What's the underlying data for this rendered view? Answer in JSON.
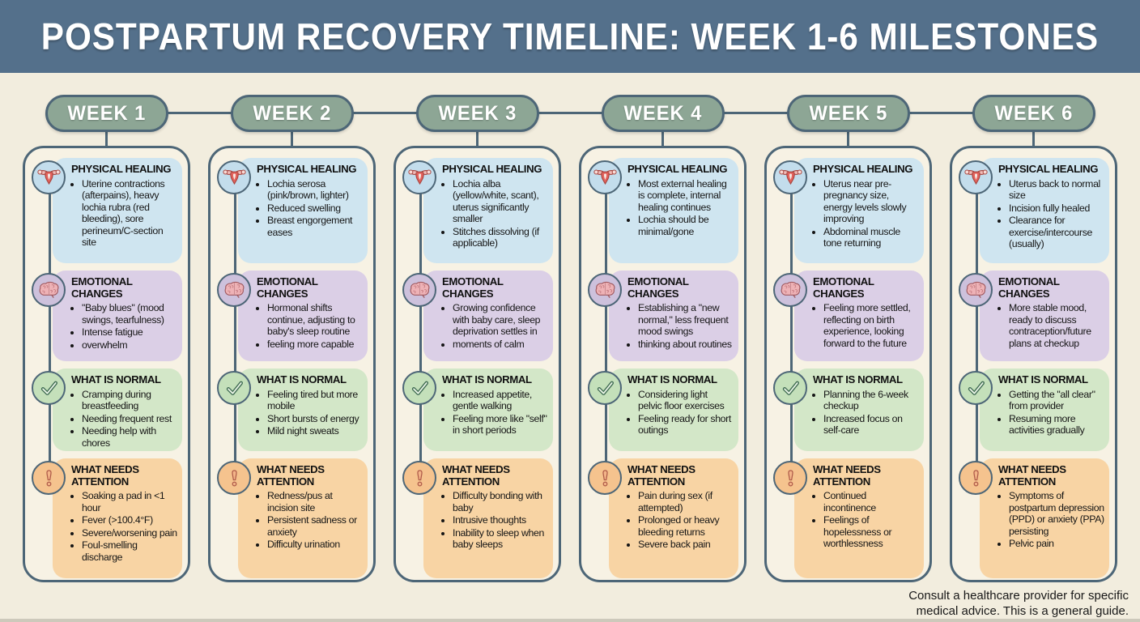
{
  "header": {
    "title": "POSTPARTUM RECOVERY TIMELINE: WEEK 1-6 MILESTONES"
  },
  "colors": {
    "header_bg": "#54708b",
    "background": "#f2edde",
    "pill_green": "#8da695",
    "outline": "#4d6677",
    "physical_blue": "#cfe5f0",
    "emotional_purple": "#dbcfe6",
    "normal_green": "#d3e7c8",
    "attention_orange": "#f8d4a4"
  },
  "weeks": [
    {
      "label": "WEEK 1",
      "sections": [
        {
          "title": "PHYSICAL HEALING",
          "icon": "uterus-icon",
          "bullets": [
            "Uterine contractions (afterpains), heavy lochia rubra (red bleeding), sore perineum/C-section site"
          ]
        },
        {
          "title": "EMOTIONAL CHANGES",
          "icon": "brain-icon",
          "bullets": [
            "\"Baby blues\" (mood swings, tearfulness)",
            "Intense fatigue",
            "overwhelm"
          ]
        },
        {
          "title": "WHAT IS NORMAL",
          "icon": "checkmark-icon",
          "bullets": [
            "Cramping during breastfeeding",
            "Needing frequent rest",
            "Needing help with chores"
          ]
        },
        {
          "title": "WHAT NEEDS ATTENTION",
          "icon": "exclamation-icon",
          "bullets": [
            "Soaking a pad in <1 hour",
            "Fever (>100.4°F)",
            "Severe/worsening pain",
            "Foul-smelling discharge"
          ]
        }
      ]
    },
    {
      "label": "WEEK 2",
      "sections": [
        {
          "title": "PHYSICAL HEALING",
          "icon": "uterus-icon",
          "bullets": [
            "Lochia serosa (pink/brown, lighter)",
            "Reduced swelling",
            "Breast engorgement eases"
          ]
        },
        {
          "title": "EMOTIONAL CHANGES",
          "icon": "brain-icon",
          "bullets": [
            "Hormonal shifts continue, adjusting to baby's sleep routine",
            "feeling more capable"
          ]
        },
        {
          "title": "WHAT IS NORMAL",
          "icon": "checkmark-icon",
          "bullets": [
            "Feeling tired but more mobile",
            "Short bursts of energy",
            "Mild night sweats"
          ]
        },
        {
          "title": "WHAT NEEDS ATTENTION",
          "icon": "exclamation-icon",
          "bullets": [
            "Redness/pus at incision site",
            "Persistent sadness or anxiety",
            "Difficulty urination"
          ]
        }
      ]
    },
    {
      "label": "WEEK 3",
      "sections": [
        {
          "title": "PHYSICAL HEALING",
          "icon": "uterus-icon",
          "bullets": [
            "Lochia alba (yellow/white, scant), uterus significantly smaller",
            "Stitches dissolving (if applicable)"
          ]
        },
        {
          "title": "EMOTIONAL CHANGES",
          "icon": "brain-icon",
          "bullets": [
            "Growing confidence with baby care, sleep deprivation settles in",
            "moments of calm"
          ]
        },
        {
          "title": "WHAT IS NORMAL",
          "icon": "checkmark-icon",
          "bullets": [
            "Increased appetite, gentle walking",
            "Feeling more like \"self\" in short periods"
          ]
        },
        {
          "title": "WHAT NEEDS ATTENTION",
          "icon": "exclamation-icon",
          "bullets": [
            "Difficulty bonding with baby",
            "Intrusive thoughts",
            "Inability to sleep when baby sleeps"
          ]
        }
      ]
    },
    {
      "label": "WEEK 4",
      "sections": [
        {
          "title": "PHYSICAL HEALING",
          "icon": "uterus-icon",
          "bullets": [
            "Most external healing is complete, internal healing continues",
            "Lochia should be minimal/gone"
          ]
        },
        {
          "title": "EMOTIONAL CHANGES",
          "icon": "brain-icon",
          "bullets": [
            "Establishing a \"new normal,\" less frequent mood swings",
            "thinking about routines"
          ]
        },
        {
          "title": "WHAT IS NORMAL",
          "icon": "checkmark-icon",
          "bullets": [
            "Considering light pelvic floor exercises",
            "Feeling ready for short outings"
          ]
        },
        {
          "title": "WHAT NEEDS ATTENTION",
          "icon": "exclamation-icon",
          "bullets": [
            "Pain during sex (if attempted)",
            "Prolonged or heavy bleeding returns",
            "Severe back pain"
          ]
        }
      ]
    },
    {
      "label": "WEEK 5",
      "sections": [
        {
          "title": "PHYSICAL HEALING",
          "icon": "uterus-icon",
          "bullets": [
            "Uterus near pre-pregnancy size, energy levels slowly improving",
            "Abdominal muscle tone returning"
          ]
        },
        {
          "title": "EMOTIONAL CHANGES",
          "icon": "brain-icon",
          "bullets": [
            "Feeling more settled, reflecting on birth experience, looking forward to the future"
          ]
        },
        {
          "title": "WHAT IS NORMAL",
          "icon": "checkmark-icon",
          "bullets": [
            "Planning the 6-week checkup",
            "Increased focus on self-care"
          ]
        },
        {
          "title": "WHAT NEEDS ATTENTION",
          "icon": "exclamation-icon",
          "bullets": [
            "Continued incontinence",
            "Feelings of hopelessness or worthlessness"
          ]
        }
      ]
    },
    {
      "label": "WEEK 6",
      "sections": [
        {
          "title": "PHYSICAL HEALING",
          "icon": "uterus-icon",
          "bullets": [
            "Uterus back to normal size",
            "Incision fully healed",
            "Clearance for exercise/intercourse (usually)"
          ]
        },
        {
          "title": "EMOTIONAL CHANGES",
          "icon": "brain-icon",
          "bullets": [
            "More stable mood, ready to discuss contraception/future plans at checkup"
          ]
        },
        {
          "title": "WHAT IS NORMAL",
          "icon": "checkmark-icon",
          "bullets": [
            "Getting the \"all clear\" from provider",
            "Resuming more activities gradually"
          ]
        },
        {
          "title": "WHAT NEEDS ATTENTION",
          "icon": "exclamation-icon",
          "bullets": [
            "Symptoms of postpartum depression (PPD) or anxiety (PPA) persisting",
            "Pelvic pain"
          ]
        }
      ]
    }
  ],
  "footer": {
    "note": "Consult a healthcare provider for specific medical advice. This is a general guide."
  }
}
